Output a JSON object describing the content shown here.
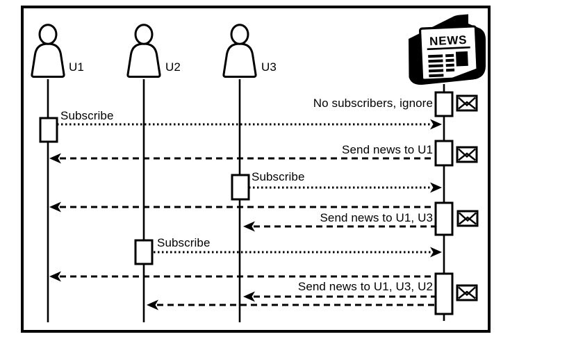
{
  "colors": {
    "ink": "#000000",
    "paper": "#ffffff"
  },
  "icons": {
    "actor": "person-icon",
    "publisher": "newspaper-icon",
    "mail": "envelope-icon"
  },
  "actors": [
    {
      "label": "U1"
    },
    {
      "label": "U2"
    },
    {
      "label": "U3"
    }
  ],
  "publisher": {
    "label": "NEWS"
  },
  "messages": [
    {
      "label": "No subscribers, ignore",
      "actor": "NEWS",
      "kind": "publish-note",
      "has_envelope": true
    },
    {
      "label": "Subscribe",
      "from": "U1",
      "to": "NEWS",
      "line": "dotted"
    },
    {
      "label": "Send news to U1",
      "from": "NEWS",
      "to": "U1",
      "line": "dashed",
      "has_envelope": true
    },
    {
      "label": "Subscribe",
      "from": "U3",
      "to": "NEWS",
      "line": "dotted"
    },
    {
      "label": "Send news to U1, U3",
      "from": "NEWS",
      "to": "U1, U3",
      "line": "dashed",
      "has_envelope": true
    },
    {
      "label": "Subscribe",
      "from": "U2",
      "to": "NEWS",
      "line": "dotted"
    },
    {
      "label": "Send news to U1, U3, U2",
      "from": "NEWS",
      "to": "U1, U3, U2",
      "line": "dashed",
      "has_envelope": true
    }
  ]
}
